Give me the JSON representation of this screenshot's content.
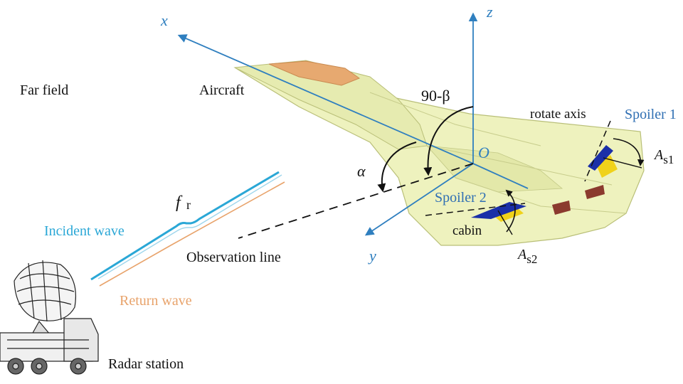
{
  "labels": {
    "far_field": "Far field",
    "aircraft": "Aircraft",
    "incident_wave": "Incident wave",
    "return_wave": "Return wave",
    "observation_line": "Observation line",
    "radar_station": "Radar station",
    "spoiler1": "Spoiler 1",
    "spoiler2": "Spoiler 2",
    "rotate_axis": "rotate axis",
    "cabin": "cabin",
    "angle_beta": "90-β",
    "alpha": "α",
    "origin": "O",
    "axis_x": "x",
    "axis_y": "y",
    "axis_z": "z",
    "fr_main": "f",
    "fr_sub": "r",
    "as1_main": "A",
    "as1_sub": "s1",
    "as2_main": "A",
    "as2_sub": "s2"
  },
  "colors": {
    "axis_blue": "#2f7fbf",
    "incident_wave": "#2aa7d6",
    "return_wave": "#e8a36b",
    "aircraft_body": "#eef2be",
    "aircraft_edge": "#b9bf78",
    "cockpit": "#e7a970",
    "spoiler_blue": "#1a2fa8",
    "spoiler_yellow": "#f0d21a",
    "spoiler_label": "#2f6fb3",
    "text_dark": "#111111"
  },
  "icons": {
    "radar": "radar-station-icon"
  }
}
